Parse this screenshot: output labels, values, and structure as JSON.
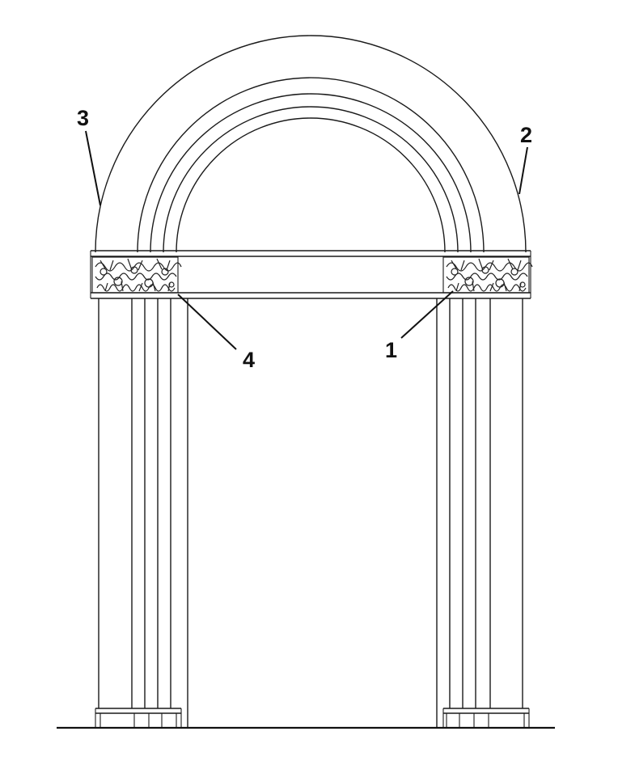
{
  "callouts": [
    {
      "id": "1",
      "text": "1"
    },
    {
      "id": "2",
      "text": "2"
    },
    {
      "id": "3",
      "text": "3"
    },
    {
      "id": "4",
      "text": "4"
    }
  ],
  "colors": {
    "ink": "#1a1a1a",
    "background": "#ffffff"
  }
}
